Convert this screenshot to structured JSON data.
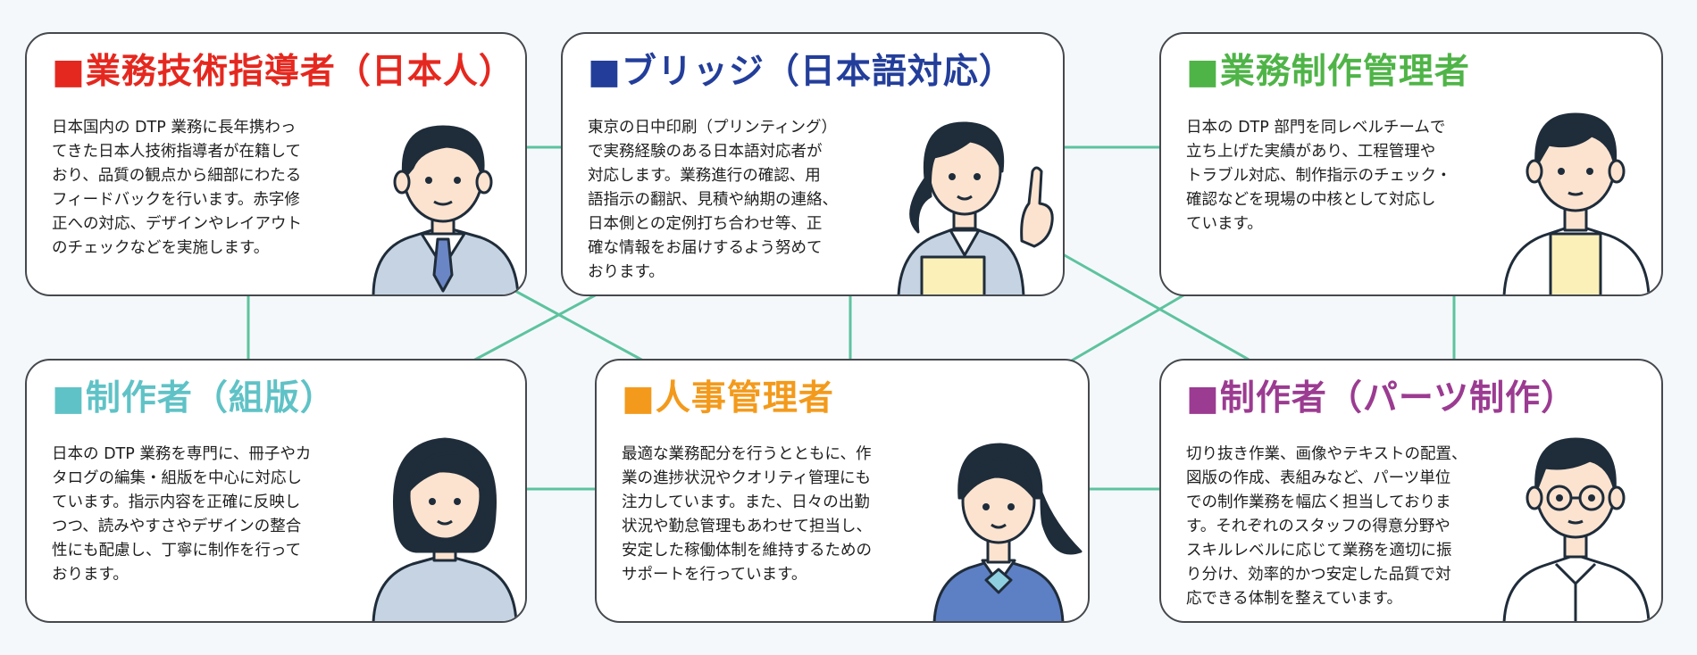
{
  "cards": [
    {
      "id": "tech-supervisor",
      "title": "■業務技術指導者（日本人）",
      "color": "#e5281f",
      "description": "日本国内の DTP 業務に長年携わっ\nてきた日本人技術指導者が在籍して\nおり、品質の観点から細部にわたる\nフィードバックを行います。赤字修\n正への対応、デザインやレイアウト\nのチェックなどを実施します。",
      "avatar_icon": "male-supervisor-icon"
    },
    {
      "id": "bridge",
      "title": "■ブリッジ（日本語対応）",
      "color": "#233e9a",
      "description": "東京の日中印刷（プリンティング）\nで実務経験のある日本語対応者が\n対応します。業務進行の確認、用\n語指示の翻訳、見積や納期の連絡、\n日本側との定例打ち合わせ等、正\n確な情報をお届けするよう努めて\nおります。",
      "avatar_icon": "female-bridge-pointing-icon"
    },
    {
      "id": "production-manager",
      "title": "■業務制作管理者",
      "color": "#4fb447",
      "description": "日本の DTP 部門を同レベルチームで\n立ち上げた実績があり、工程管理や\nトラブル対応、制作指示のチェック・\n確認などを現場の中核として対応し\nています。",
      "avatar_icon": "male-manager-icon"
    },
    {
      "id": "typesetter",
      "title": "■制作者（組版）",
      "color": "#5fc2c6",
      "description": "日本の DTP 業務を専門に、冊子やカ\nタログの編集・組版を中心に対応し\nています。指示内容を正確に反映し\nつつ、読みやすさやデザインの整合\n性にも配慮し、丁寧に制作を行って\nおります。",
      "avatar_icon": "female-typesetter-icon"
    },
    {
      "id": "hr-manager",
      "title": "■人事管理者",
      "color": "#f39a1c",
      "description": "最適な業務配分を行うとともに、作\n業の進捗状況やクオリティ管理にも\n注力しています。また、日々の出勤\n状況や勤怠管理もあわせて担当し、\n安定した稼働体制を維持するための\nサポートを行っています。",
      "avatar_icon": "female-hr-manager-icon"
    },
    {
      "id": "parts-producer",
      "title": "■制作者（パーツ制作）",
      "color": "#9b3b91",
      "description": "切り抜き作業、画像やテキストの配置、\n図版の作成、表組みなど、パーツ単位\nでの制作業務を幅広く担当しておりま\nす。それぞれのスタッフの得意分野や\nスキルレベルに応じて業務を適切に振\nり分け、効率的かつ安定した品質で対\n応できる体制を整えています。",
      "avatar_icon": "male-glasses-producer-icon"
    }
  ],
  "connector_color": "#5dc39e"
}
